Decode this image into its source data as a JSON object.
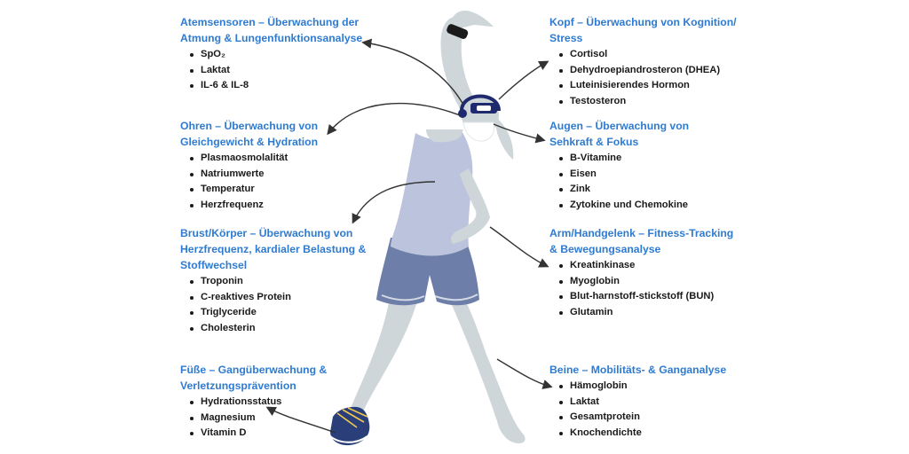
{
  "sections": [
    {
      "id": "atem",
      "title_lines": [
        "Atemsensoren – Überwachung der",
        "Atmung & Lungenfunktionsanalyse"
      ],
      "items": [
        "SpO₂",
        "Laktat",
        "IL-6 & IL-8"
      ]
    },
    {
      "id": "ohren",
      "title_lines": [
        "Ohren – Überwachung von",
        "Gleichgewicht & Hydration"
      ],
      "items": [
        "Plasmaosmolalität",
        "Natriumwerte",
        "Temperatur",
        "Herzfrequenz"
      ]
    },
    {
      "id": "brust",
      "title_lines": [
        "Brust/Körper – Überwachung von",
        "Herzfrequenz, kardialer Belastung &",
        "Stoffwechsel"
      ],
      "items": [
        "Troponin",
        "C-reaktives Protein",
        "Triglyceride",
        "Cholesterin"
      ]
    },
    {
      "id": "fuesse",
      "title_lines": [
        "Füße – Gangüberwachung &",
        "Verletzungsprävention"
      ],
      "items": [
        "Hydrationsstatus",
        "Magnesium",
        "Vitamin D"
      ]
    },
    {
      "id": "kopf",
      "title_lines": [
        "Kopf – Überwachung von Kognition/",
        "Stress"
      ],
      "items": [
        "Cortisol",
        "Dehydroepiandrosteron (DHEA)",
        "Luteinisierendes Hormon",
        "Testosteron"
      ]
    },
    {
      "id": "augen",
      "title_lines": [
        "Augen – Überwachung von",
        "Sehkraft & Fokus"
      ],
      "items": [
        "B-Vitamine",
        "Eisen",
        "Zink",
        "Zytokine und Chemokine"
      ]
    },
    {
      "id": "arm",
      "title_lines": [
        "Arm/Handgelenk – Fitness-Tracking",
        "& Bewegungsanalyse"
      ],
      "items": [
        "Kreatinkinase",
        "Myoglobin",
        "Blut-harnstoff-stickstoff (BUN)",
        "Glutamin"
      ]
    },
    {
      "id": "beine",
      "title_lines": [
        "Beine – Mobilitäts- & Ganganalyse"
      ],
      "items": [
        "Hämoglobin",
        "Laktat",
        "Gesamtprotein",
        "Knochendichte"
      ]
    }
  ],
  "colors": {
    "heading": "#2f7bd0",
    "body_skin": "#cfd6d9",
    "tank_top": "#bcc3dc",
    "shorts": "#6d7fa8",
    "headset": "#1f2a6e",
    "shoe": "#2a3f7a",
    "arrow": "#333333"
  },
  "icons": [
    "person-figure",
    "headset-icon",
    "face-mask-icon",
    "wristband-icon",
    "sneaker-icon",
    "arrow-icon"
  ]
}
